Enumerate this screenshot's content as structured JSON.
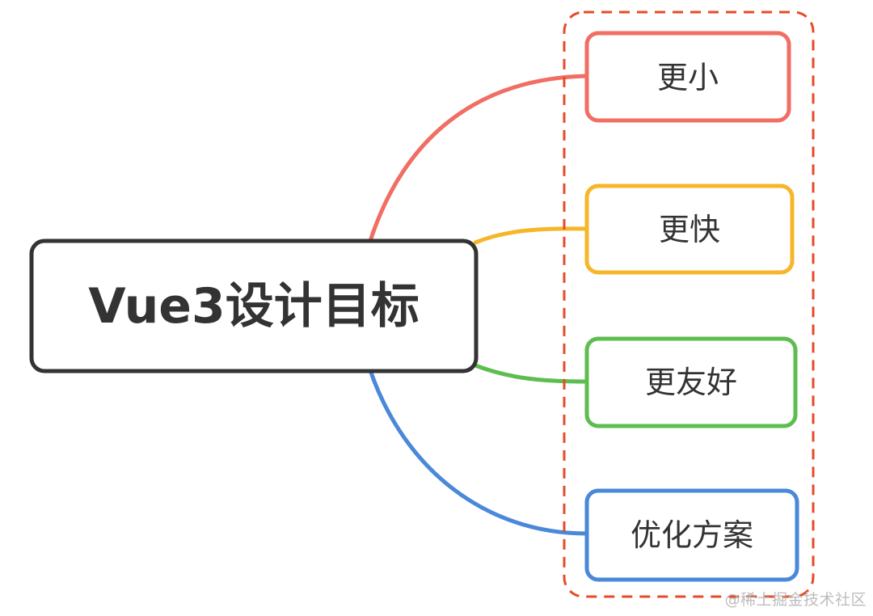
{
  "root": {
    "label": "Vue3设计目标"
  },
  "children": [
    {
      "label": "更小",
      "color": "#f06e63"
    },
    {
      "label": "更快",
      "color": "#f7b52a"
    },
    {
      "label": "更友好",
      "color": "#5ebd4f"
    },
    {
      "label": "优化方案",
      "color": "#4a88d9"
    }
  ],
  "group_border_color": "#e54b28",
  "root_border_color": "#333333",
  "watermark": "@稀土掘金技术社区"
}
